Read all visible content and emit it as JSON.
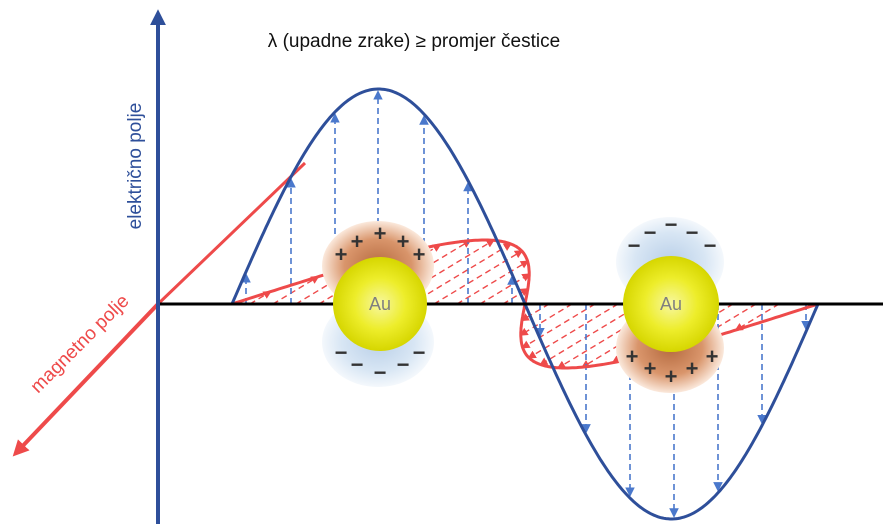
{
  "title": "λ (upadne zrake) ≥ promjer čestice",
  "axes": {
    "electric_label": "električno polje",
    "magnetic_label": "magnetno polje"
  },
  "particles": [
    {
      "label": "Au",
      "top_charge": "+",
      "bottom_charge": "−"
    },
    {
      "label": "Au",
      "top_charge": "−",
      "bottom_charge": "+"
    }
  ],
  "colors": {
    "electric": "#2e4f9a",
    "magnetic": "#ee4a4a",
    "electric_arrows": "#4a78cc",
    "axis": "#000000",
    "gold": "#ecec00",
    "positive_cloud": "#d88a5e",
    "negative_cloud": "#c9dcf0",
    "charge_sign": "#333333"
  }
}
